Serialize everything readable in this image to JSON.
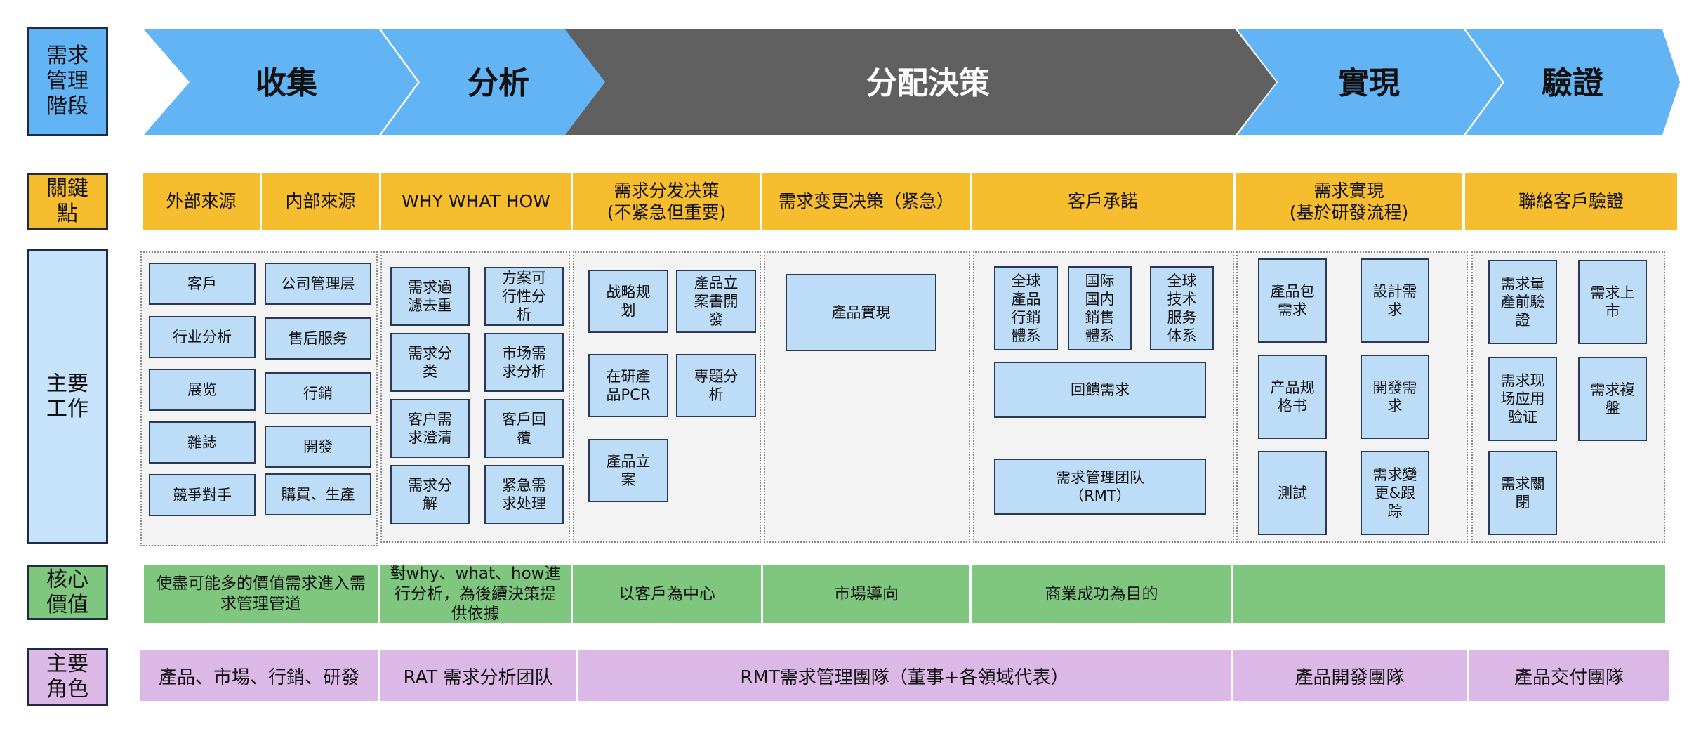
{
  "row_labels": {
    "stage": "需求\n管理\n階段",
    "key_points": "關鍵\n點",
    "main_work": "主要\n工作",
    "core_value": "核心\n價值",
    "main_roles": "主要\n角色"
  },
  "stages": [
    "收集",
    "分析",
    "分配決策",
    "實現",
    "驗證"
  ],
  "key_points": {
    "external": "外部來源",
    "internal": "内部來源",
    "why_what_how": "WHY WHAT HOW",
    "non_urgent": "需求分发决策\n(不紧急但重要)",
    "urgent": "需求变更决策（紧急）",
    "commitment": "客戶承諾",
    "realization": "需求實現\n(基於研發流程)",
    "verification": "聯絡客戶驗證"
  },
  "work": {
    "collect_left": [
      "客戶",
      "行业分析",
      "展览",
      "雜誌",
      "競爭對手"
    ],
    "collect_right": [
      "公司管理层",
      "售后服务",
      "行銷",
      "開發",
      "購買、生產"
    ],
    "analyze_left": [
      "需求過\n濾去重",
      "需求分\n类",
      "客户需\n求澄清",
      "需求分\n解"
    ],
    "analyze_right": [
      "方案可\n行性分\n析",
      "市场需\n求分析",
      "客戶回\n覆",
      "紧急需\n求处理"
    ],
    "decision1": [
      "战略规\n划",
      "產品立\n案書開\n發",
      "在研產\n品PCR",
      "專題分\n析",
      "產品立\n案"
    ],
    "decision2": [
      "產品實現"
    ],
    "decision3_top": [
      "全球\n產品\n行銷\n體系",
      "国际\n国内\n銷售\n體系",
      "全球\n技术\n服务\n体系"
    ],
    "decision3_wide": [
      "回饋需求",
      "需求管理团队\n（RMT）"
    ],
    "realize": [
      "產品包\n需求",
      "設計需\n求",
      "产品规\n格书",
      "開發需\n求",
      "測試",
      "需求變\n更&跟\n踪"
    ],
    "verify": [
      "需求量\n產前驗\n證",
      "需求上\n市",
      "需求现\n场应用\n验证",
      "需求複\n盤",
      "需求關\n閉"
    ]
  },
  "core_values": [
    "使盡可能多的價值需求進入需\n求管理管道",
    "對why、what、how進\n行分析，為後續決策提\n供依據",
    "以客戶為中心",
    "市場導向",
    "商業成功為目的",
    ""
  ],
  "roles": [
    "產品、市場、行銷、研發",
    "RAT 需求分析团队",
    "RMT需求管理團隊（董事+各領域代表）",
    "產品開發團隊",
    "產品交付團隊"
  ],
  "colors": {
    "stage_blue": "#62b4f5",
    "stage_gray": "#606060",
    "key_point_yellow": "#f6bd2f",
    "work_box_blue": "#bcdcf7",
    "value_green": "#7fc77f",
    "role_purple": "#dcb8e6"
  }
}
